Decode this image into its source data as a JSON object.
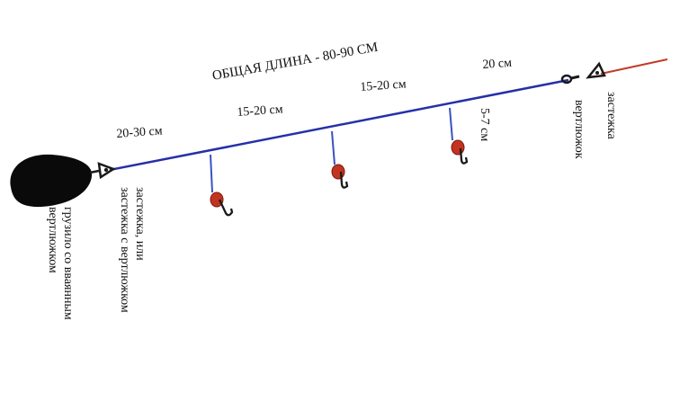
{
  "colors": {
    "mainline": "#2530a8",
    "leash": "#3a52c2",
    "tip": "#c23a2a",
    "weight": "#0a0a0a",
    "bead": "#c2341f",
    "hook": "#1a1a1a"
  },
  "labels": {
    "total_length": "ОБЩАЯ ДЛИНА - 80-90 СМ",
    "seg_1": "20-30 см",
    "seg_2": "15-20 см",
    "seg_3": "15-20 см",
    "seg_4": "20 см",
    "leash_length": "5-7 см",
    "weight_caption": [
      "грузило со вваянным",
      "вертлюжком"
    ],
    "snap_left_caption": [
      "застежка, или",
      "застежка с вертлюжком"
    ],
    "swivel_right_caption": "вертлюжок",
    "snap_right_caption": "застежка"
  },
  "icons": [
    "sinker-icon",
    "snap-icon",
    "hook-icon",
    "bead-icon",
    "swivel-icon"
  ]
}
